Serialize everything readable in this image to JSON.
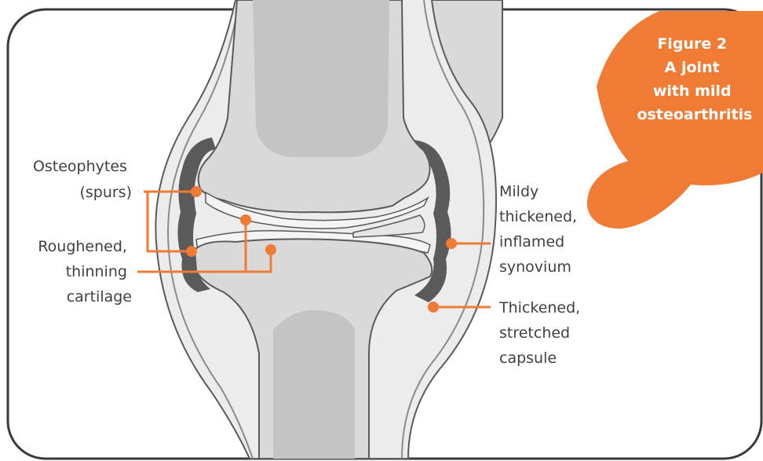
{
  "figure": {
    "number": "Figure 2",
    "title_lines": [
      "A joint",
      "with mild",
      "osteoarthritis"
    ]
  },
  "labels": {
    "osteophytes": [
      "Osteophytes",
      "(spurs)"
    ],
    "cartilage": [
      "Roughened,",
      "thinning",
      "cartilage"
    ],
    "synovium": [
      "Mildy",
      "thickened,",
      "inflamed",
      "synovium"
    ],
    "capsule": [
      "Thickened,",
      "stretched",
      "capsule"
    ]
  },
  "colors": {
    "accent": "#f07b35",
    "bone": "#d9d9d9",
    "bone_core": "#c4c4c4",
    "outline": "#5a5a5a",
    "frame": "#3a3a3a"
  }
}
